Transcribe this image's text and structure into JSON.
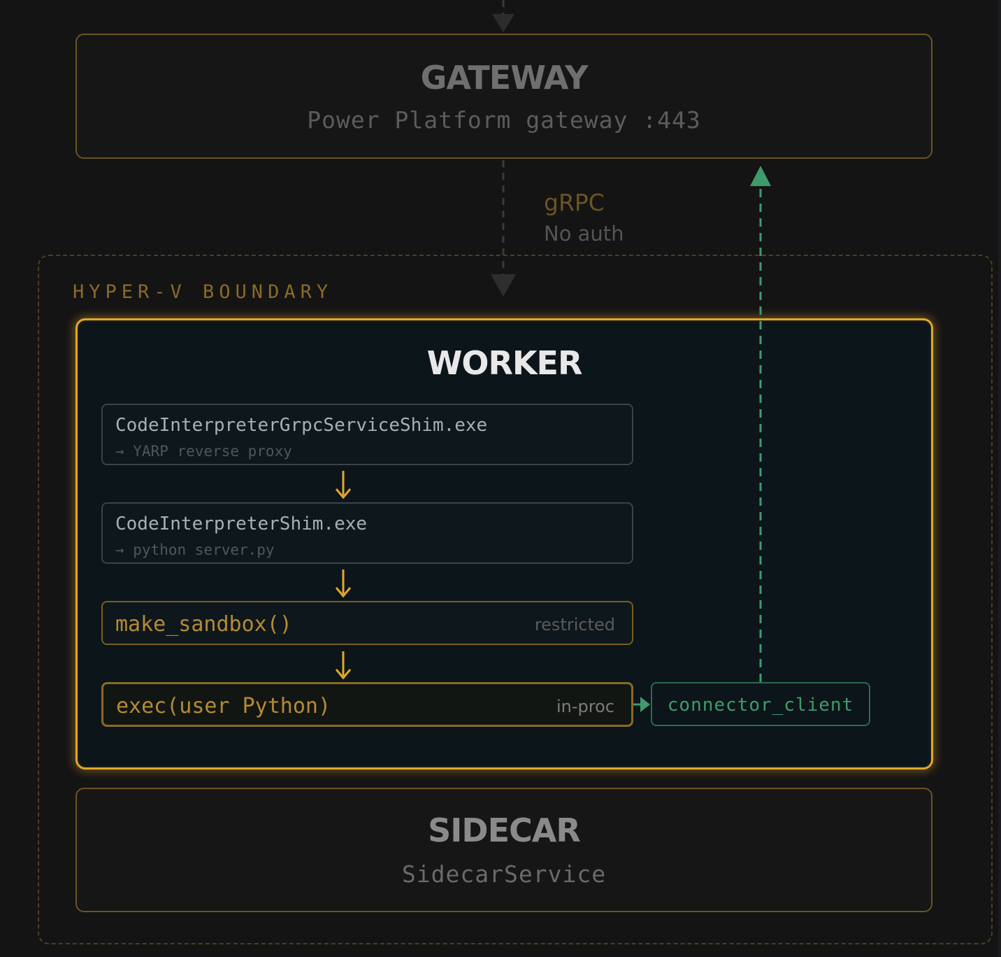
{
  "gateway": {
    "title": "GATEWAY",
    "subtitle": "Power Platform gateway :443"
  },
  "link_gateway_worker": {
    "protocol": "gRPC",
    "auth": "No auth"
  },
  "boundary": {
    "label": "HYPER-V BOUNDARY"
  },
  "worker": {
    "title": "WORKER",
    "steps": [
      {
        "name": "CodeInterpreterGrpcServiceShim.exe",
        "detail": "→ YARP reverse proxy"
      },
      {
        "name": "CodeInterpreterShim.exe",
        "detail": "→ python server.py"
      },
      {
        "name": "make_sandbox()",
        "tag": "restricted"
      },
      {
        "name": "exec(user Python)",
        "tag": "in-proc"
      }
    ],
    "connector": "connector_client"
  },
  "sidecar": {
    "title": "SIDECAR",
    "subtitle": "SidecarService"
  },
  "colors": {
    "accent_gold": "#e2a72b",
    "muted_gold": "#6b5422",
    "connector_green": "#3f9b6c",
    "worker_bg": "#0c1519",
    "page_bg": "#141415"
  }
}
